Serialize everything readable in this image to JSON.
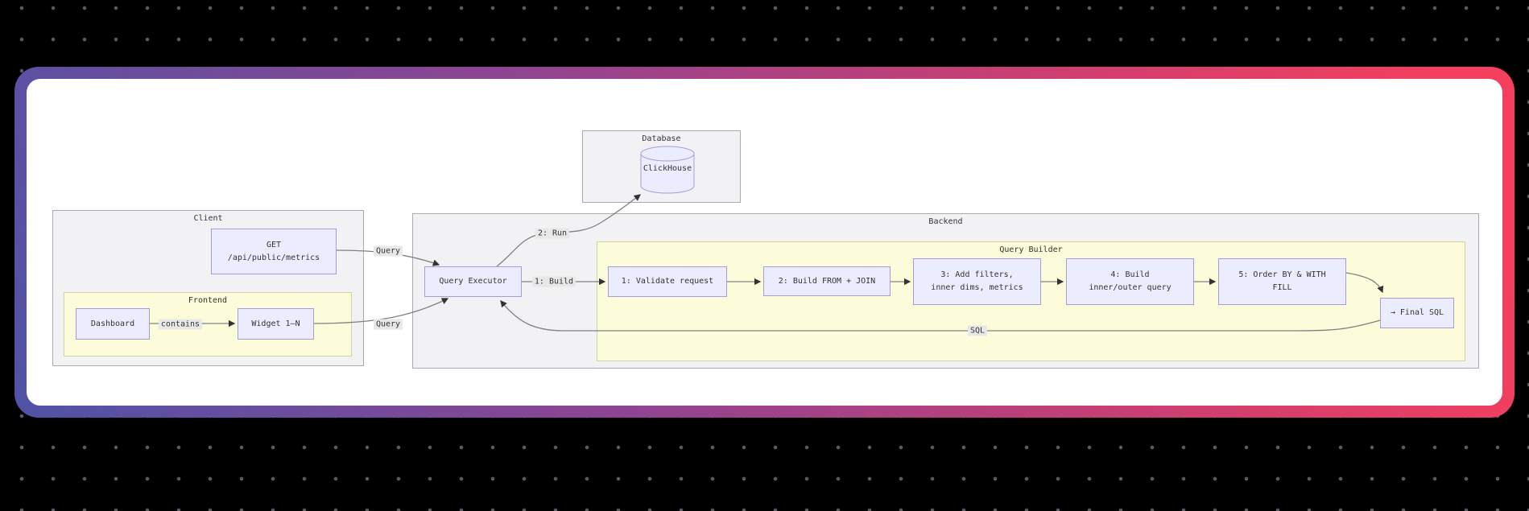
{
  "clusters": {
    "database": {
      "label": "Database"
    },
    "client": {
      "label": "Client"
    },
    "frontend": {
      "label": "Frontend"
    },
    "backend": {
      "label": "Backend"
    },
    "query_builder": {
      "label": "Query Builder"
    }
  },
  "nodes": {
    "get": {
      "line1": "GET",
      "line2": "/api/public/metrics"
    },
    "dashboard": {
      "label": "Dashboard"
    },
    "widget": {
      "label": "Widget 1–N"
    },
    "query_executor": {
      "label": "Query Executor"
    },
    "clickhouse": {
      "label": "ClickHouse"
    },
    "step1": {
      "label": "1: Validate request"
    },
    "step2": {
      "label": "2: Build FROM + JOIN"
    },
    "step3": {
      "line1": "3: Add filters,",
      "line2": "inner dims, metrics"
    },
    "step4": {
      "line1": "4: Build",
      "line2": "inner/outer query"
    },
    "step5": {
      "line1": "5: Order BY & WITH",
      "line2": "FILL"
    },
    "final_sql": {
      "label": "→ Final SQL"
    }
  },
  "edge_labels": {
    "query_get": "Query",
    "query_widget": "Query",
    "contains": "contains",
    "run": "2: Run",
    "build": "1: Build",
    "sql": "SQL"
  },
  "colors": {
    "background": "#000000",
    "dot": "#5a5a64",
    "card": "#ffffff",
    "gradient_start": "#5053a6",
    "gradient_mid": "#8f4492",
    "gradient_end": "#f43f5e",
    "node_fill": "#ececff",
    "node_border": "#a99ad8",
    "cluster_fill": "#f2f2f5",
    "cluster_border": "#aaaab2",
    "yellow_fill": "#fcfbda",
    "yellow_border": "#d2d2a4",
    "edge": "#808080",
    "arrow": "#333333",
    "edge_label_bg": "#e8e8e8",
    "text": "#333333"
  }
}
